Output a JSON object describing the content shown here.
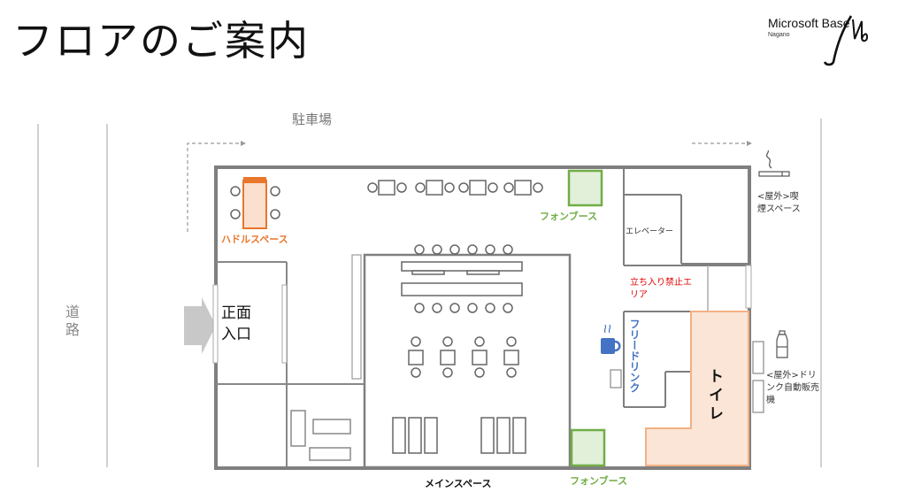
{
  "header": {
    "title": "フロアのご案内",
    "logo_text": "Microsoft Base",
    "logo_sub": "Nagano"
  },
  "labels": {
    "parking": "駐車場",
    "road": "道路",
    "entrance": "正面入口",
    "huddle": "ハドルスペース",
    "phone_booth_top": "フォンブース",
    "phone_booth_bottom": "フォンブース",
    "elevator": "エレベーター",
    "no_entry": "立ち入り禁止エリア",
    "free_drink": "フリードリンク",
    "toilet": "トイレ",
    "main_space": "メインスペース",
    "smoking": "<屋外>喫煙スペース",
    "vending": "<屋外>ドリンク自動販売機"
  },
  "colors": {
    "orange": "#e8762c",
    "orange_fill": "#fbe0cf",
    "green": "#70ad47",
    "green_fill": "#e2efd9",
    "blue": "#4472c4",
    "red": "#e00000",
    "wall": "#7f7f7f",
    "toilet_fill": "#fbe5d6",
    "toilet_stroke": "#f4b183"
  }
}
